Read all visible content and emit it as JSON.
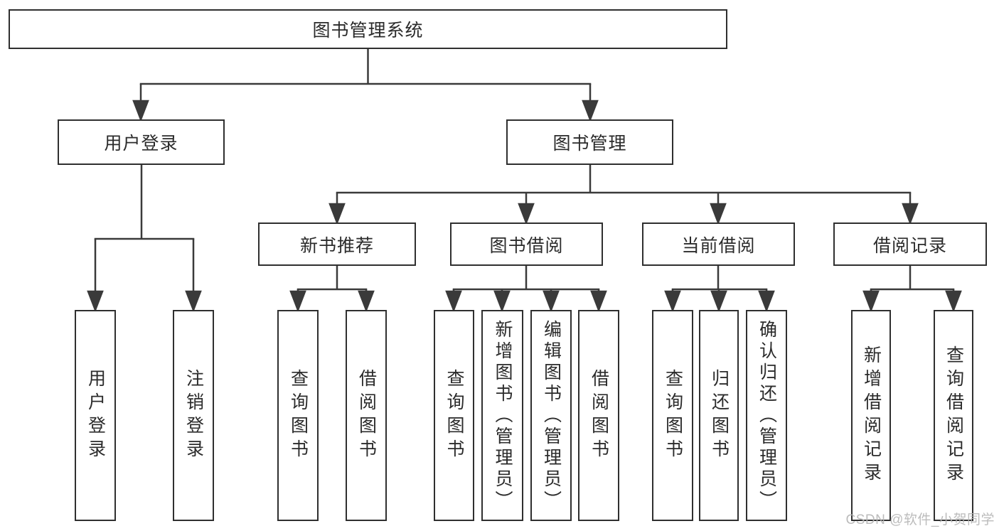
{
  "diagram": {
    "root": "图书管理系统",
    "user_login": {
      "label": "用户登录",
      "children": [
        "用户登录",
        "注销登录"
      ]
    },
    "book_management": {
      "label": "图书管理",
      "groups": [
        {
          "label": "新书推荐",
          "children": [
            "查询图书",
            "借阅图书"
          ]
        },
        {
          "label": "图书借阅",
          "children": [
            "查询图书",
            "新增图书（管理员）",
            "编辑图书（管理员）",
            "借阅图书"
          ]
        },
        {
          "label": "当前借阅",
          "children": [
            "查询图书",
            "归还图书",
            "确认归还（管理员）"
          ]
        },
        {
          "label": "借阅记录",
          "children": [
            "新增借阅记录",
            "查询借阅记录"
          ]
        }
      ]
    }
  },
  "watermark": "CSDN @软件_小贺同学",
  "colors": {
    "line": "#3a3a3a",
    "box_border": "#2f2f2f",
    "text": "#2b2b2b",
    "watermark": "#b5b5b5",
    "background": "#ffffff"
  }
}
